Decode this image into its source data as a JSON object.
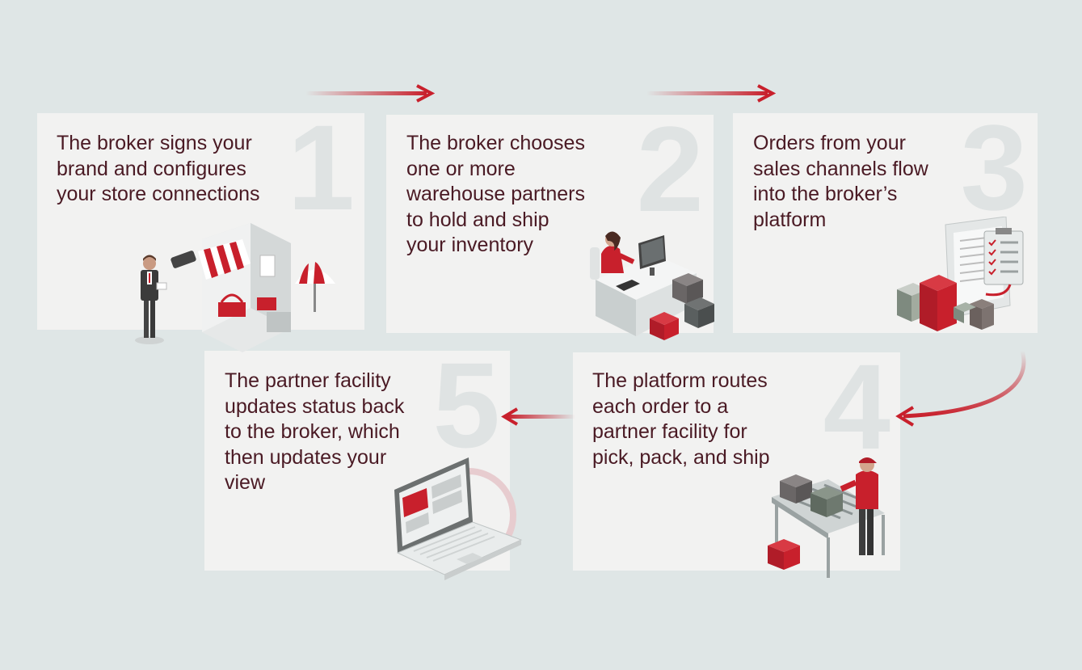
{
  "colors": {
    "background": "#dfe6e6",
    "card": "#f2f2f1",
    "text": "#4a1a24",
    "accent": "#c8202c",
    "number": "#dfe3e3"
  },
  "steps": [
    {
      "number": "1",
      "text": "The broker signs your\nbrand and configures\nyour store connections",
      "illustration": "online-shop-icon"
    },
    {
      "number": "2",
      "text": "The broker chooses\none or more\nwarehouse partners\nto hold and ship\nyour inventory",
      "illustration": "office-worker-icon"
    },
    {
      "number": "3",
      "text": "Orders from your\nsales channels flow\ninto the broker’s\nplatform",
      "illustration": "order-checklist-icon"
    },
    {
      "number": "4",
      "text": "The platform routes\neach order to a\npartner facility for\npick, pack, and ship",
      "illustration": "warehouse-packer-icon"
    },
    {
      "number": "5",
      "text": "The partner facility\nupdates status back\nto the broker, which\nthen updates your\nview",
      "illustration": "laptop-icon"
    }
  ]
}
